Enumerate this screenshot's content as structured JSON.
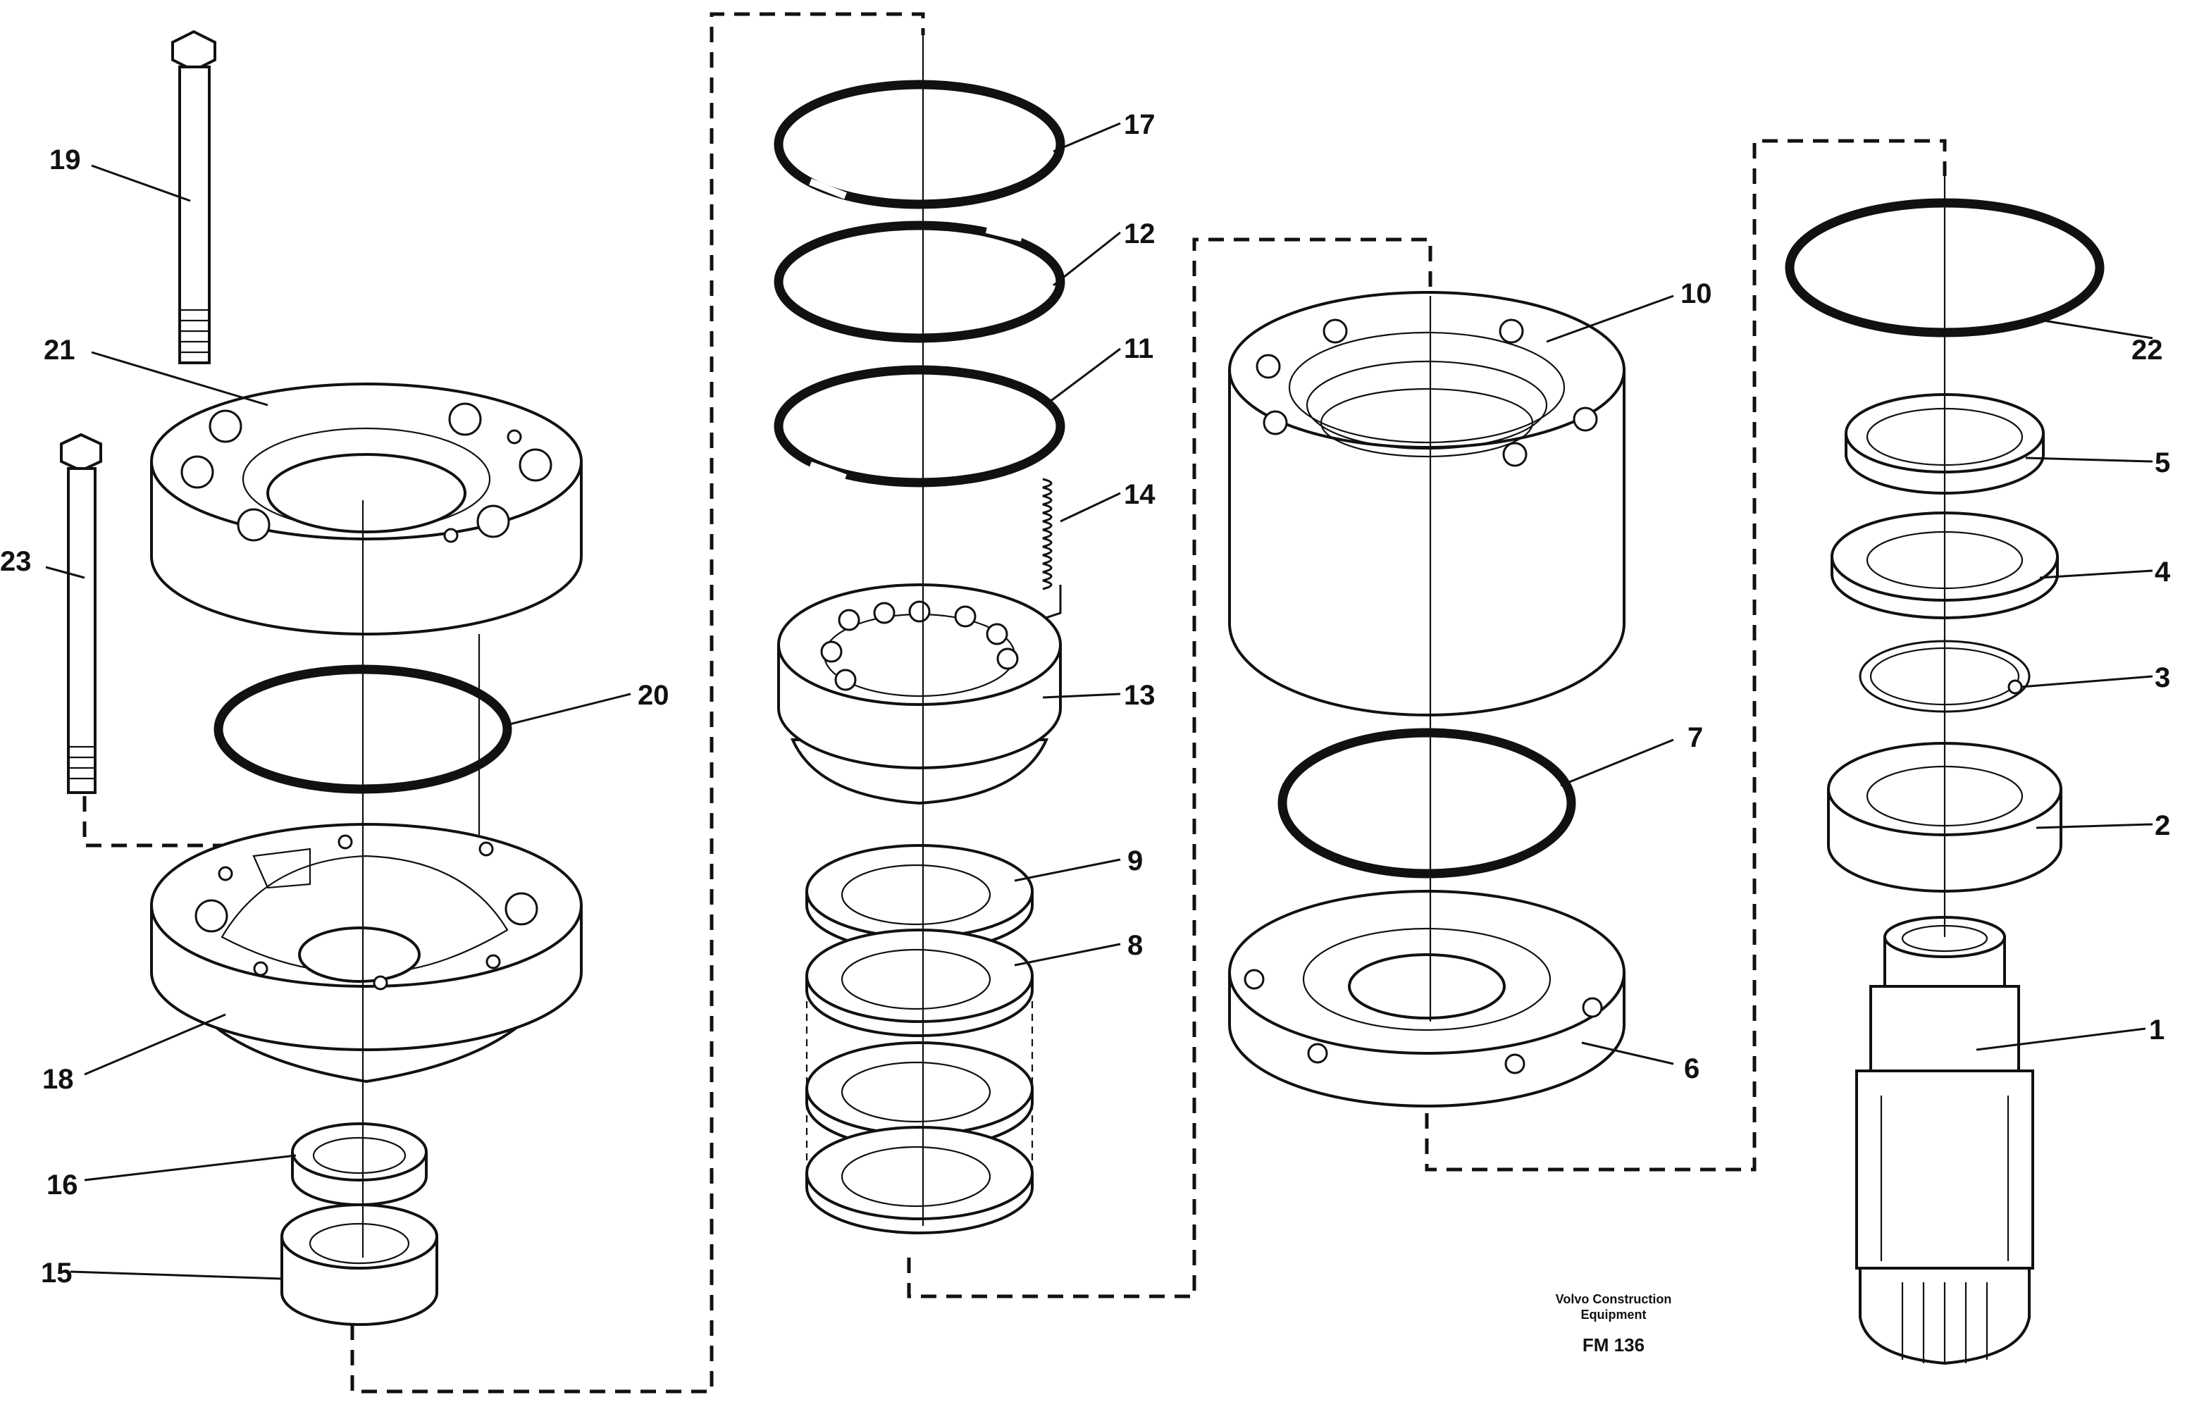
{
  "labels": {
    "p1": "1",
    "p2": "2",
    "p3": "3",
    "p4": "4",
    "p5": "5",
    "p6": "6",
    "p7": "7",
    "p8": "8",
    "p9": "9",
    "p10": "10",
    "p11": "11",
    "p12": "12",
    "p13": "13",
    "p14": "14",
    "p15": "15",
    "p16": "16",
    "p17": "17",
    "p18": "18",
    "p19": "19",
    "p20": "20",
    "p21": "21",
    "p22": "22",
    "p23": "23"
  },
  "caption": {
    "maker_line1": "Volvo Construction",
    "maker_line2": "Equipment",
    "ref": "FM 136"
  }
}
